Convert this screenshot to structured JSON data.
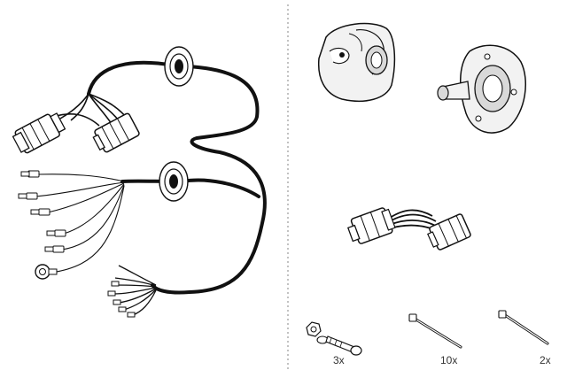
{
  "parts": {
    "bolts_qty": "3x",
    "cable_ties_long_qty": "10x",
    "cable_ties_short_qty": "2x"
  },
  "colors": {
    "line": "#111111",
    "divider": "#9a9a9a",
    "fill_light": "#f2f2f2",
    "fill_mid": "#d9d9d9"
  }
}
